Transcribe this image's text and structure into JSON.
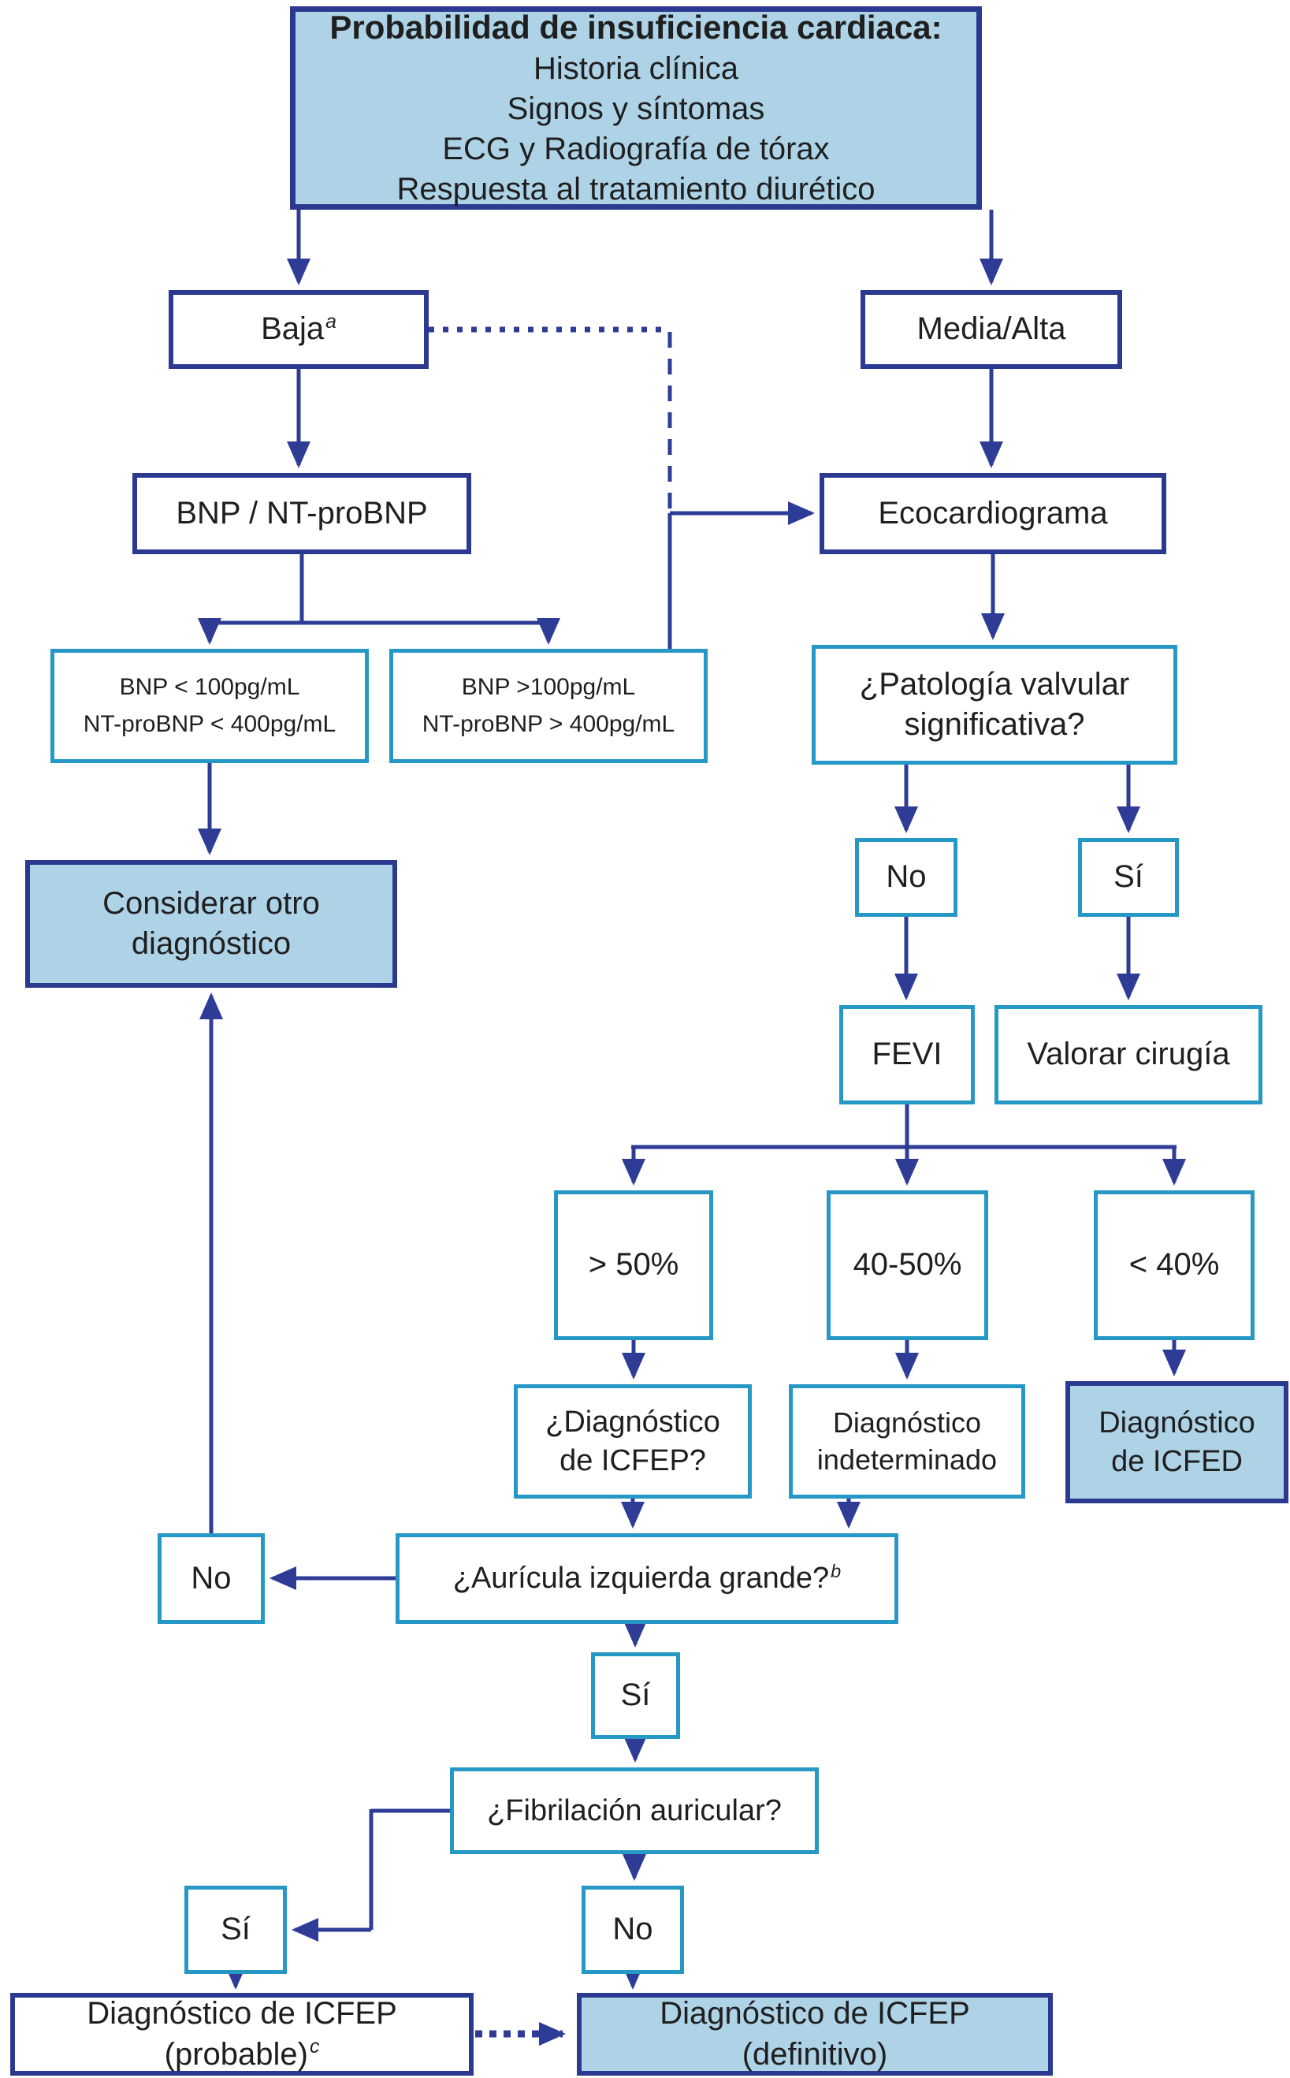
{
  "palette": {
    "navy_border": "#2b3990",
    "arrow_blue": "#2e3c96",
    "cyan_border": "#2598c5",
    "light_blue_fill": "#aed3e7",
    "text": "#1f1f1f"
  },
  "nodes": {
    "probabilidad": {
      "title": "Probabilidad de insuficiencia cardiaca:",
      "lines": [
        "Historia clínica",
        "Signos y síntomas",
        "ECG y Radiografía de tórax",
        "Respuesta al tratamiento diurético"
      ]
    },
    "baja": {
      "label": "Baja",
      "sup": "a"
    },
    "media_alta": {
      "label": "Media/Alta"
    },
    "bnp": {
      "label": "BNP / NT-proBNP"
    },
    "ecocardiograma": {
      "label": "Ecocardiograma"
    },
    "bnp_bajo": {
      "lines": [
        "BNP < 100pg/mL",
        "NT-proBNP < 400pg/mL"
      ]
    },
    "bnp_alto": {
      "lines": [
        "BNP >100pg/mL",
        "NT-proBNP > 400pg/mL"
      ]
    },
    "patologia_valvular": {
      "lines": [
        "¿Patología valvular",
        "significativa?"
      ]
    },
    "considerar_otro": {
      "lines": [
        "Considerar otro",
        "diagnóstico"
      ]
    },
    "no_valvular": {
      "label": "No"
    },
    "si_valvular": {
      "label": "Sí"
    },
    "fevi": {
      "label": "FEVI"
    },
    "valorar_cirugia": {
      "label": "Valorar cirugía"
    },
    "fevi_gt50": {
      "label": "> 50%"
    },
    "fevi_40_50": {
      "label": "40-50%"
    },
    "fevi_lt40": {
      "label": "< 40%"
    },
    "icfep_pregunta": {
      "lines": [
        "¿Diagnóstico",
        "de ICFEP?"
      ]
    },
    "indeterminado": {
      "lines": [
        "Diagnóstico",
        "indeterminado"
      ]
    },
    "icfed": {
      "lines": [
        "Diagnóstico",
        "de ICFED"
      ]
    },
    "no_auricula": {
      "label": "No"
    },
    "auricula": {
      "label": "¿Aurícula izquierda grande?",
      "sup": "b"
    },
    "si_auricula": {
      "label": "Sí"
    },
    "fibrilacion": {
      "label": "¿Fibrilación auricular?"
    },
    "si_fibrilacion": {
      "label": "Sí"
    },
    "no_fibrilacion": {
      "label": "No"
    },
    "icfep_probable": {
      "line1": "Diagnóstico de ICFEP",
      "line2": "(probable)",
      "sup": "c"
    },
    "icfep_definitivo": {
      "lines": [
        "Diagnóstico de ICFEP",
        "(definitivo)"
      ]
    }
  }
}
